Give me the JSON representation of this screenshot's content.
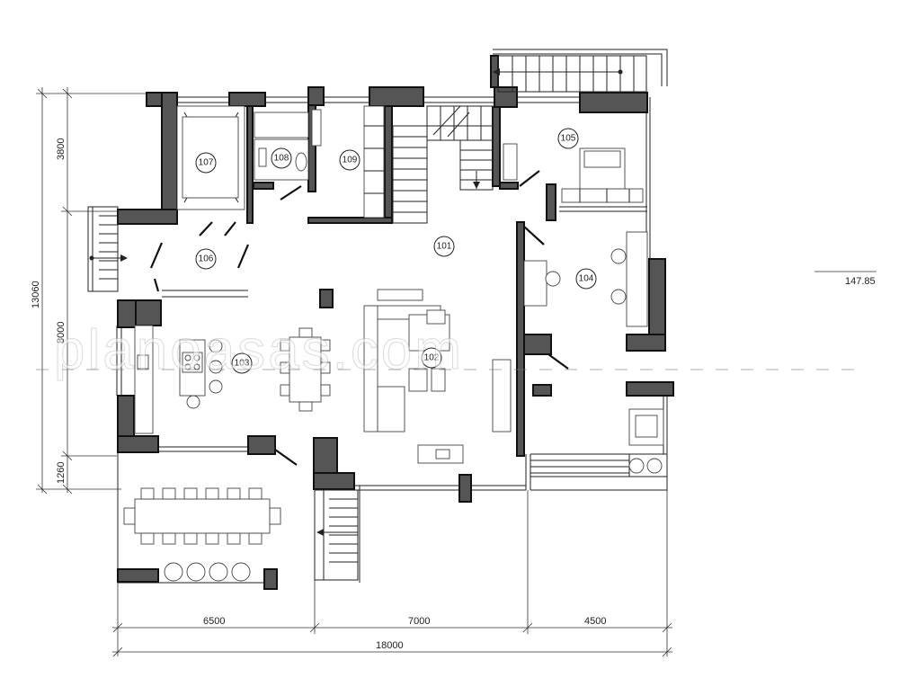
{
  "rooms": [
    {
      "id": "101"
    },
    {
      "id": "102"
    },
    {
      "id": "103"
    },
    {
      "id": "104"
    },
    {
      "id": "105"
    },
    {
      "id": "106"
    },
    {
      "id": "107"
    },
    {
      "id": "108"
    },
    {
      "id": "109"
    }
  ],
  "dimensions": {
    "left_total": "13060",
    "left_top": "3800",
    "left_middle": "8000",
    "left_bottom": "1260",
    "bottom_left": "6500",
    "bottom_middle": "7000",
    "bottom_right": "4500",
    "bottom_total": "18000"
  },
  "level_mark": "147.85",
  "watermark": "planoasas.com"
}
